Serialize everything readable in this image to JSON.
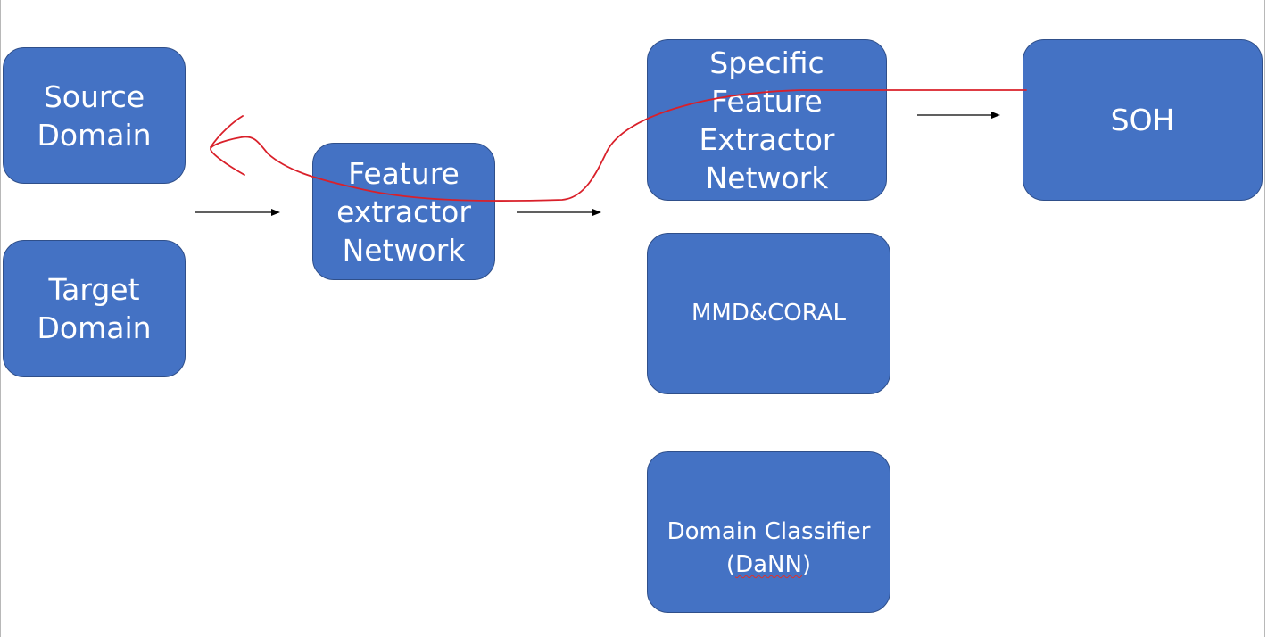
{
  "nodes": {
    "source_domain": {
      "label": "Source\nDomain"
    },
    "target_domain": {
      "label": "Target\nDomain"
    },
    "feature_extractor": {
      "label": "Feature\nextractor\nNetwork"
    },
    "specific_extractor": {
      "label": "Specific\nFeature\nExtractor\nNetwork"
    },
    "soh": {
      "label": "SOH"
    },
    "mmd_coral": {
      "label": "MMD&CORAL"
    },
    "domain_classifier": {
      "line1": "Domain  Classifier",
      "line2_open": "(",
      "line2_word": "DaNN",
      "line2_close": ")"
    }
  },
  "colors": {
    "box_fill": "#4472c4",
    "box_border": "#2f4f8a",
    "text": "#ffffff",
    "arrow": "#000000",
    "annotation": "#d9202a"
  }
}
